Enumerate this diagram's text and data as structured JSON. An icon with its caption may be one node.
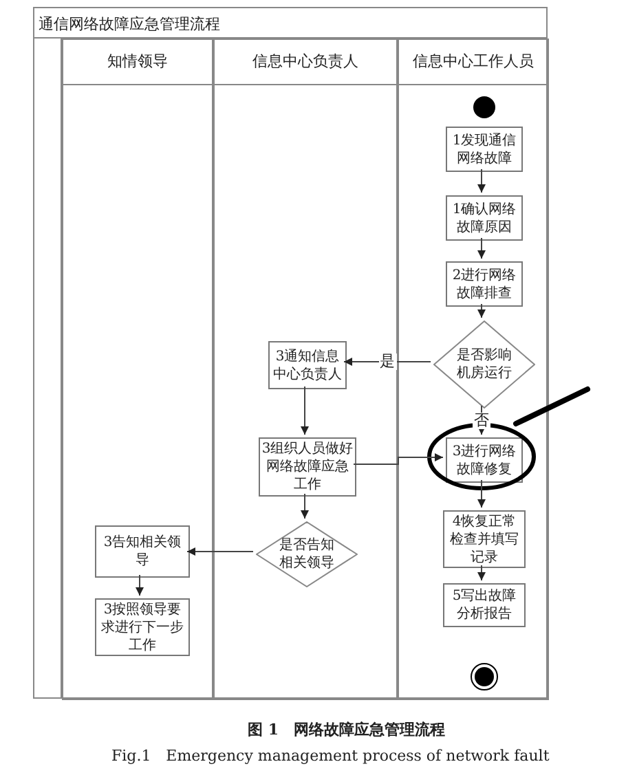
{
  "diagram": {
    "caption": "图 1　网络故障应急管理流程",
    "nodes": [
      {
        "text": [
          "通信网络故障应急管理流程"
        ]
      },
      {
        "text": [
          "知情领导"
        ],
        "in": 0
      },
      {
        "text": [
          "信息中心负责人"
        ],
        "in": 0
      },
      {
        "text": [
          "信息中心工作人员"
        ],
        "in": 0
      },
      {
        "text": [],
        "shape": "circle",
        "in": 3
      },
      {
        "text": [
          "1发现通信网络故障"
        ],
        "in": 3
      },
      {
        "text": [
          "1确认网络故障原因"
        ],
        "in": 3
      },
      {
        "text": [
          "2进行网络故障排查"
        ],
        "in": 3
      },
      {
        "text": [
          "是否影响机房运行"
        ],
        "in": 3
      },
      {
        "text": [
          "3通知信息中心负责人"
        ],
        "in": 2
      },
      {
        "text": [
          "3组织人员做好网络故障应急工作"
        ],
        "in": 2
      },
      {
        "text": [
          "是否告知相关领导"
        ],
        "in": 2
      },
      {
        "text": [
          "3告知相关领导"
        ],
        "in": 1
      },
      {
        "text": [
          "3按照领导要求进行下一步工作"
        ],
        "in": 1
      },
      {
        "text": [
          "3进行网络故障修复"
        ],
        "in": 3
      },
      {
        "text": [
          "4恢复正常检查并填写记录"
        ],
        "in": 3
      },
      {
        "text": [
          "5写出故障分析报告"
        ],
        "in": 3
      },
      {
        "text": [],
        "shape": "circle",
        "in": 3
      }
    ],
    "edges": [
      {
        "from": 5,
        "to": 6,
        "arrow": "to"
      },
      {
        "from": 6,
        "to": 7,
        "arrow": "to"
      },
      {
        "from": 7,
        "to": 8,
        "arrow": "to"
      },
      {
        "from": 8,
        "to": 9,
        "arrow": "to",
        "label": "是"
      },
      {
        "from": 8,
        "to": 14,
        "arrow": "to",
        "label": "否"
      },
      {
        "from": 9,
        "to": 10,
        "arrow": "to"
      },
      {
        "from": 10,
        "to": 14,
        "arrow": "to"
      },
      {
        "from": 10,
        "to": 11,
        "arrow": "to"
      },
      {
        "from": 11,
        "to": 12,
        "arrow": "to"
      },
      {
        "from": 12,
        "to": 13,
        "arrow": "to"
      },
      {
        "from": 14,
        "to": 15,
        "arrow": "to"
      },
      {
        "from": 15,
        "to": 16,
        "arrow": "to"
      }
    ],
    "labels": [
      "Fig.1　Emergency management process of network fault"
    ]
  }
}
